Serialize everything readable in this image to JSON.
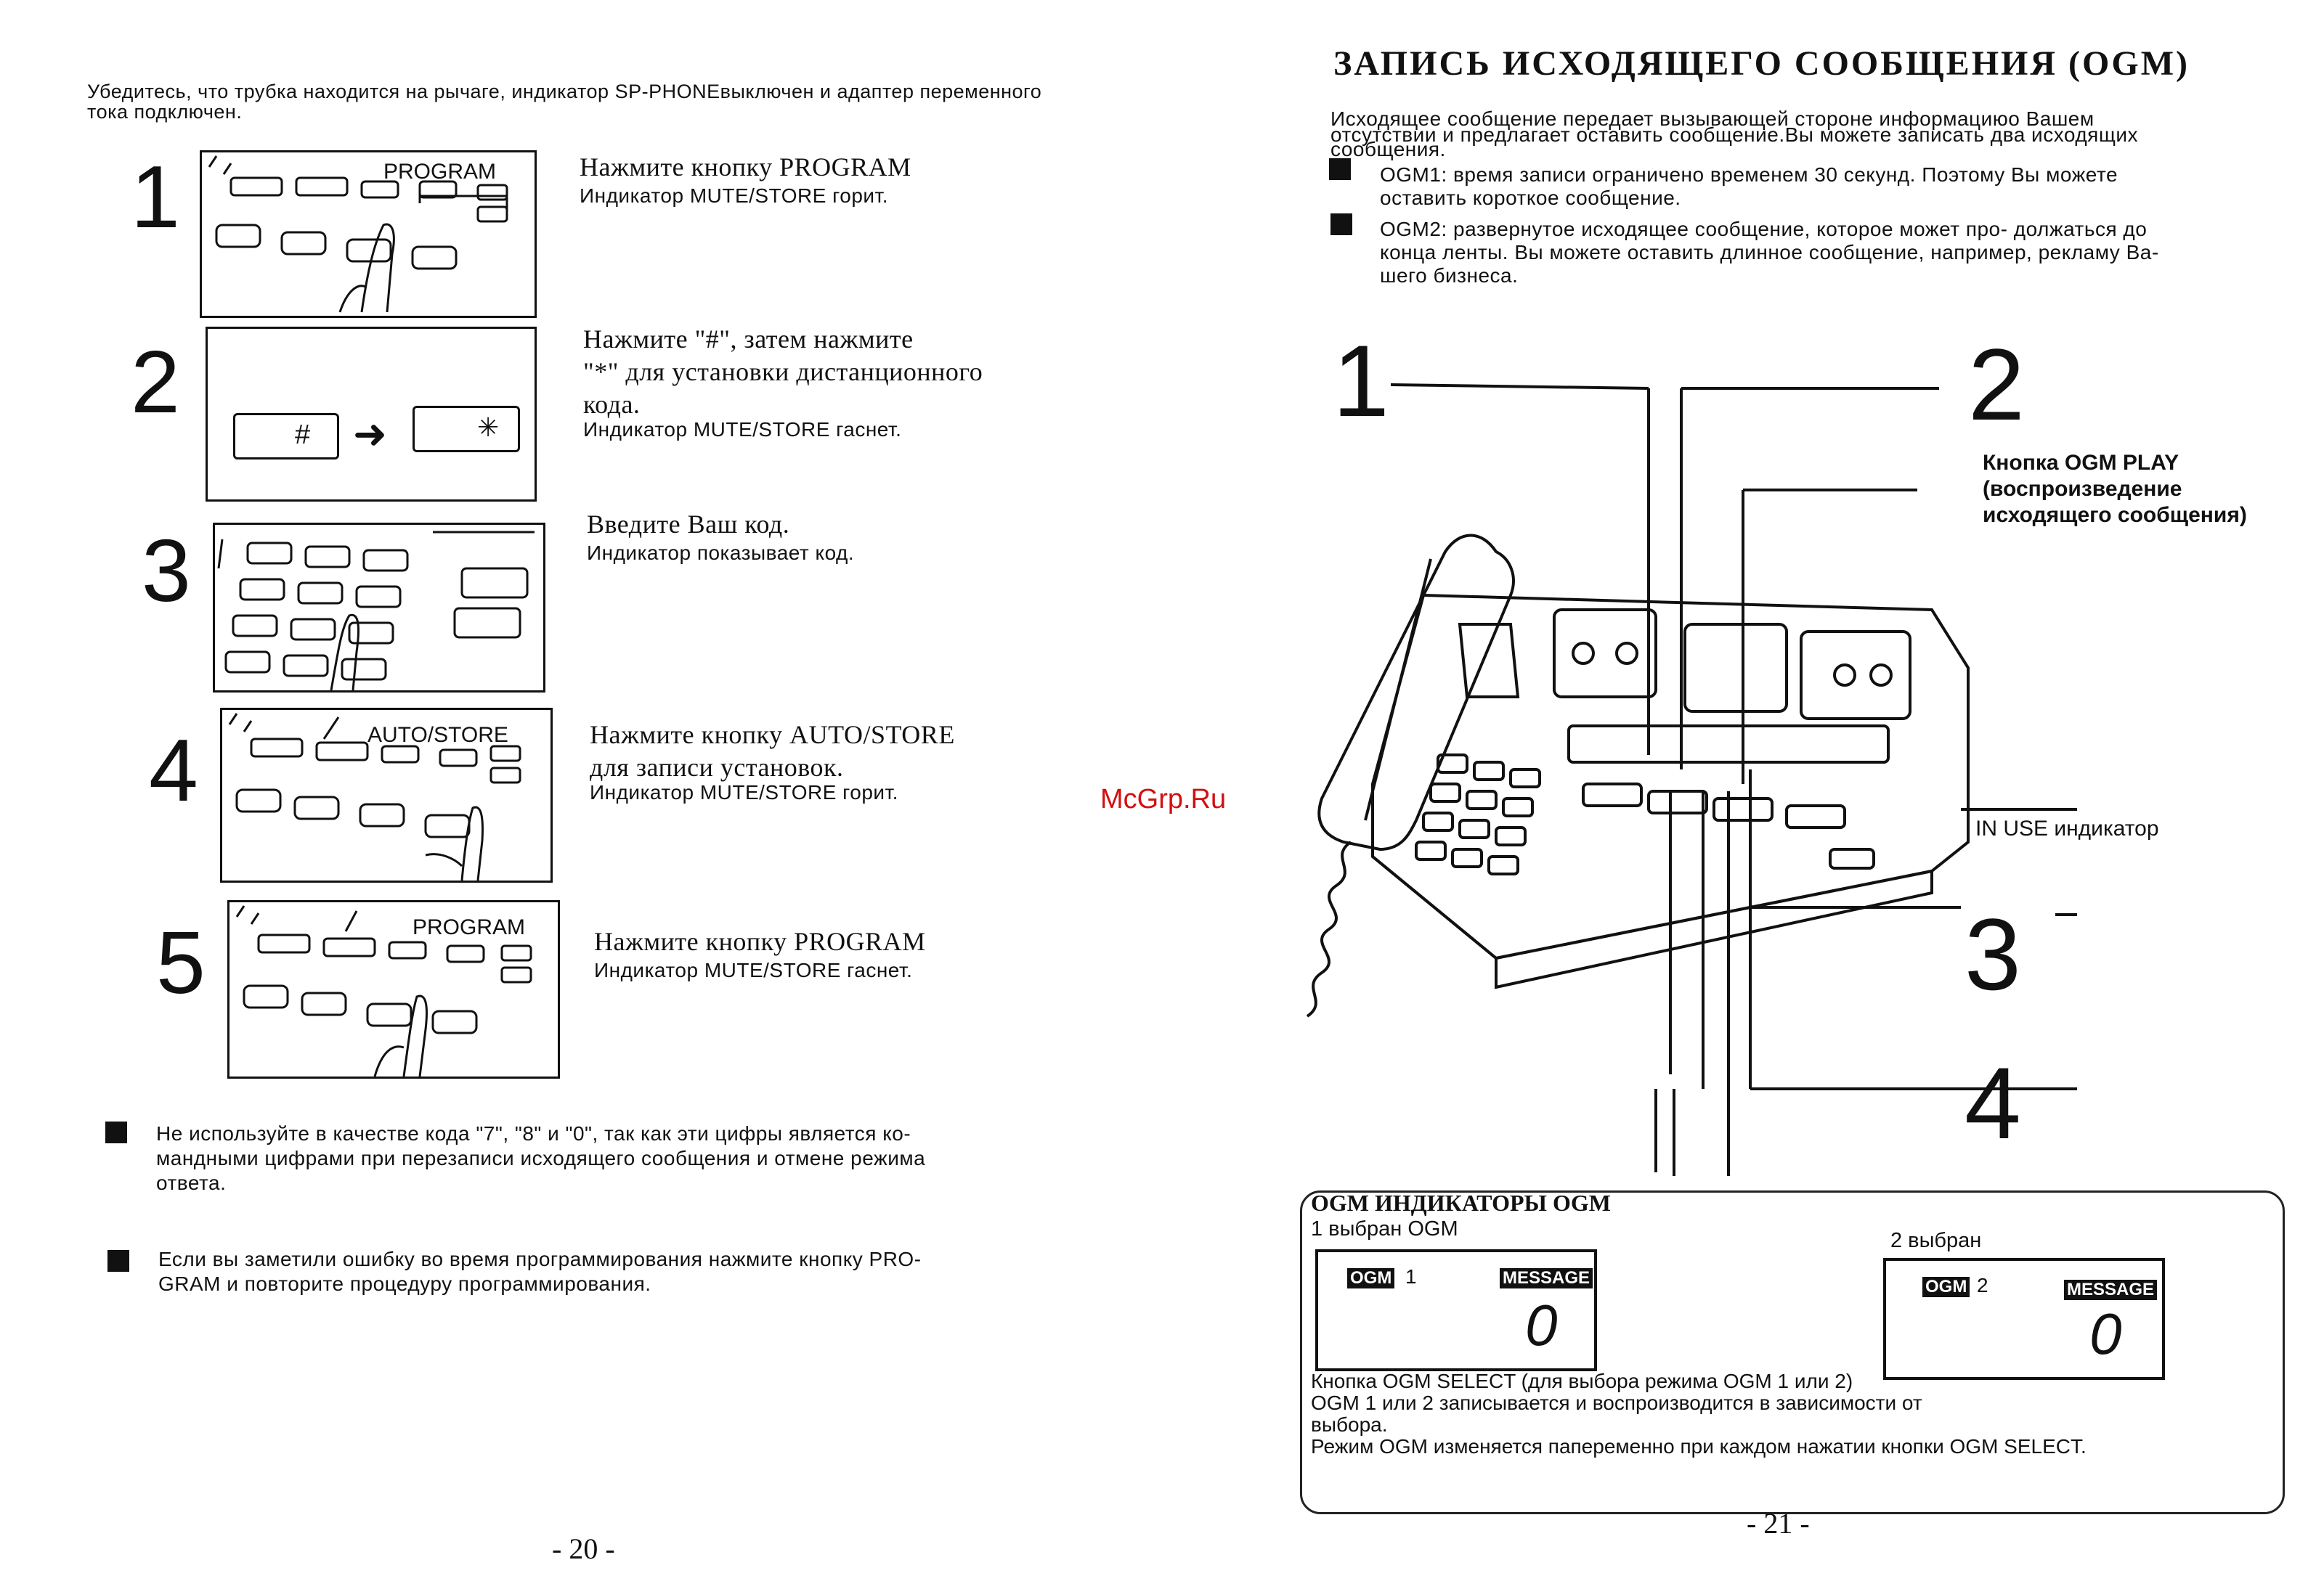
{
  "left_page": {
    "intro": "Убедитесь, что трубка находится на рычаге, индикатор SP-PHONEвыключен и адаптер переменного тока подключен.",
    "steps": [
      {
        "num": "1",
        "panel_label": "PROGRAM",
        "head": "Нажмите кнопку PROGRAM",
        "sub": "Индикатор MUTE/STORE горит."
      },
      {
        "num": "2",
        "key1": "#",
        "key2": "✳",
        "head1": "Нажмите \"#\", затем нажмите",
        "head2": "\"*\" для установки дистанционного",
        "head3": "кода.",
        "sub": "Индикатор MUTE/STORE гаснет."
      },
      {
        "num": "3",
        "head": "Введите Ваш код.",
        "sub": "Индикатор показывает код."
      },
      {
        "num": "4",
        "panel_label": "AUTO/STORE",
        "head1": "Нажмите кнопку AUTO/STORE",
        "head2": "для записи установок.",
        "sub": "Индикатор MUTE/STORE горит."
      },
      {
        "num": "5",
        "panel_label": "PROGRAM",
        "head": "Нажмите кнопку PROGRAM",
        "sub": "Индикатор MUTE/STORE гаснет."
      }
    ],
    "notes": [
      {
        "line1": "Не используйте в качестве кода \"7\", \"8\" и \"0\", так как эти цифры является ко-",
        "line2": "мандными цифрами при перезаписи исходящего сообщения и отмене режима",
        "line3": "ответа."
      },
      {
        "line1": "Если вы заметили ошибку во время программирования нажмите кнопку PRO-",
        "line2": "GRAM и повторите процедуру программирования."
      }
    ],
    "page_number": "- 20 -"
  },
  "right_page": {
    "title": "ЗАПИСЬ ИСХОДЯЩЕГО СООБЩЕНИЯ (OGM)",
    "intro1": "Исходящее сообщение передает вызывающей стороне информациюо Вашем",
    "intro2": "отсутствии и предлагает оставить сообщение.Вы можете записать два исходящих",
    "intro3": "сообщения.",
    "bullets": [
      {
        "line1": "OGM1: время записи ограничено временем 30 секунд. Поэтому Вы можете",
        "line2": "оставить короткое сообщение."
      },
      {
        "line1": "OGM2: развернутое исходящее сообщение, которое может про- должаться до",
        "line2": "конца ленты. Вы можете оставить длинное сообщение, например, рекламу Ва-",
        "line3": "шего бизнеса."
      }
    ],
    "callouts": {
      "n1": "1",
      "n2": "2",
      "n3": "3",
      "n4": "4",
      "ogm_play1": "Кнопка OGM PLAY",
      "ogm_play2": "(воспроизведение",
      "ogm_play3": "исходящего сообщения)",
      "in_use": "IN USE индикатор"
    },
    "ogm_box": {
      "title": "OGM ИНДИКАТОРЫ OGM",
      "sel1": "1 выбран OGM",
      "sel2": "2 выбран",
      "ogm_tag": "OGM",
      "msg_tag": "MESSAGE",
      "num1": "1",
      "num2": "2",
      "digit": "0",
      "text1": "Кнопка OGM SELECT (для выбора режима OGM 1 или 2)",
      "text2": "OGM 1 или 2 записывается и воспроизводится в зависимости от",
      "text3": "выбора.",
      "text4": "Режим OGM изменяется папеременно при каждом нажатии кнопки OGM SELECT."
    },
    "page_number": "- 21 -"
  },
  "watermark": "McGrp.Ru"
}
